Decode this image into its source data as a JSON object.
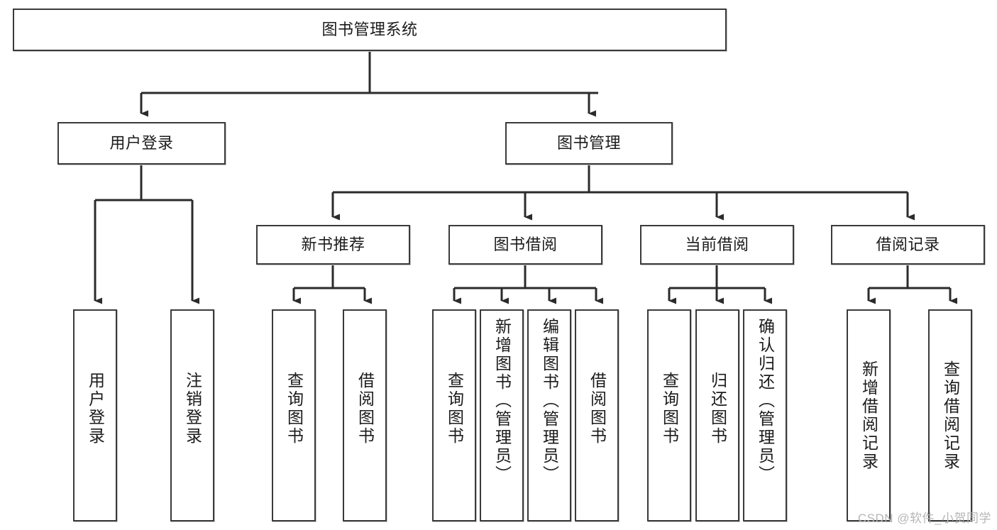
{
  "diagram": {
    "title": "图书管理系统",
    "watermark": "CSDN @软件_小贺同学",
    "colors": {
      "box_border": "#3a3a3a",
      "box_fill": "#ffffff",
      "edge": "#2b2b2b",
      "text": "#1b1b1b",
      "watermark": "#b6b6b6"
    },
    "levels": {
      "root": "图书管理系统",
      "level2": [
        "用户登录",
        "图书管理"
      ],
      "level3": [
        "新书推荐",
        "图书借阅",
        "当前借阅",
        "借阅记录"
      ]
    },
    "nodes": {
      "root": "图书管理系统",
      "user_login": "用户登录",
      "book_manage": "图书管理",
      "new_book_rec": "新书推荐",
      "book_borrow": "图书借阅",
      "current_borrow": "当前借阅",
      "borrow_record": "借阅记录",
      "leaf_user_login": "用户登录",
      "leaf_logout": "注销登录",
      "leaf_query_book_a": "查询图书",
      "leaf_borrow_book_a": "借阅图书",
      "leaf_query_book_b": "查询图书",
      "leaf_add_book_admin": "新增图书（管理员）",
      "leaf_edit_book_admin": "编辑图书（管理员）",
      "leaf_borrow_book_b": "借阅图书",
      "leaf_query_book_c": "查询图书",
      "leaf_return_book": "归还图书",
      "leaf_confirm_return_admin": "确认归还（管理员）",
      "leaf_add_borrow_record": "新增借阅记录",
      "leaf_query_borrow_record": "查询借阅记录"
    }
  }
}
